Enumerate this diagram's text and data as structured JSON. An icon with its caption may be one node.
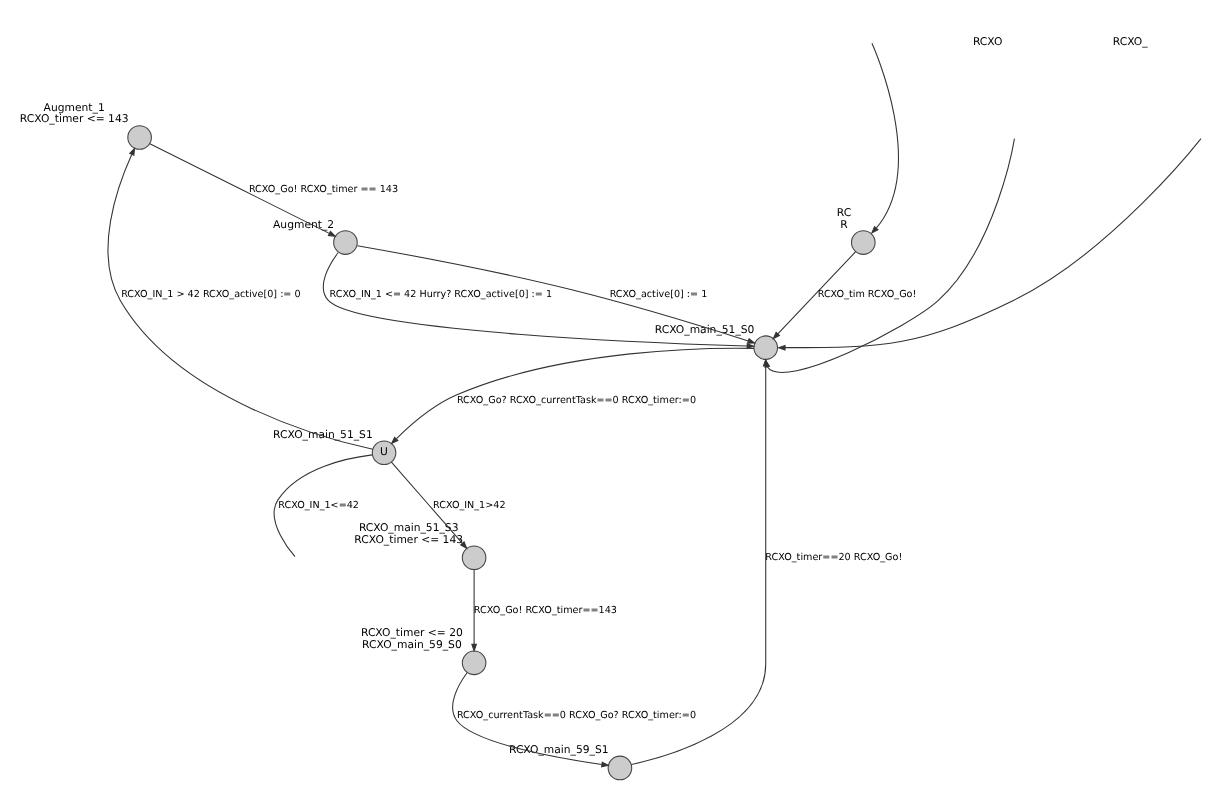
{
  "diagram": {
    "nodes": [
      {
        "text": [],
        "shape": "circle",
        "beside": [
          "Augment_1",
          "RCXO_timer <= 143"
        ]
      },
      {
        "text": [],
        "shape": "circle",
        "beside": [
          "Augment_2"
        ]
      },
      {
        "text": [
          "U"
        ],
        "beside": [
          "RCXO_main_51_S1"
        ]
      },
      {
        "text": [],
        "shape": "circle",
        "beside": [
          "RCXO_main_51_S0"
        ]
      },
      {
        "text": [],
        "shape": "circle",
        "beside": [
          "RCXO_main_51_S3",
          "RCXO_timer <= 143"
        ]
      },
      {
        "text": [],
        "shape": "circle",
        "beside": [
          "RCXO_timer <= 20",
          "RCXO_main_59_S0"
        ]
      },
      {
        "text": [],
        "shape": "circle",
        "beside": [
          "RCXO_main_59_S1"
        ]
      },
      {
        "text": [],
        "shape": "circle",
        "beside": [
          "RC",
          "R"
        ]
      }
    ],
    "edges": [
      {
        "from": 0,
        "to": 1,
        "arrow": "to",
        "label": "RCXO_Go! RCXO_timer == 143"
      },
      {
        "from": 2,
        "to": 0,
        "arrow": "to",
        "label": "RCXO_IN_1 > 42 RCXO_active[0] := 0"
      },
      {
        "from": 1,
        "to": 3,
        "arrow": "to",
        "label": "RCXO_IN_1 <= 42 Hurry? RCXO_active[0] := 1"
      },
      {
        "from": 1,
        "to": 3,
        "arrow": "to",
        "label": "RCXO_active[0] := 1"
      },
      {
        "from": 3,
        "to": 2,
        "arrow": "to",
        "label": "RCXO_Go? RCXO_currentTask==0 RCXO_timer:=0"
      },
      {
        "from": 2,
        "to": 4,
        "arrow": "to",
        "label": "RCXO_IN_1>42"
      },
      {
        "from": 4,
        "to": 5,
        "arrow": "to",
        "label": "RCXO_Go! RCXO_timer==143"
      },
      {
        "from": 5,
        "to": 6,
        "arrow": "to",
        "label": "RCXO_currentTask==0 RCXO_Go? RCXO_timer:=0"
      },
      {
        "from": 6,
        "to": 3,
        "arrow": "to",
        "label": "RCXO_timer==20 RCXO_Go!"
      },
      {
        "from": 7,
        "to": 3,
        "arrow": "to",
        "label": "RCXO_tim RCXO_Go!"
      },
      {
        "from": null,
        "to": 7,
        "arrow": "to"
      },
      {
        "from": null,
        "to": 3,
        "arrow": "to"
      },
      {
        "from": null,
        "to": 3,
        "arrow": "to"
      },
      {
        "from": 2,
        "to": null,
        "arrow": "none",
        "label": "RCXO_IN_1<=42"
      }
    ],
    "labels": [
      "RCXO",
      "RCXO_"
    ]
  }
}
